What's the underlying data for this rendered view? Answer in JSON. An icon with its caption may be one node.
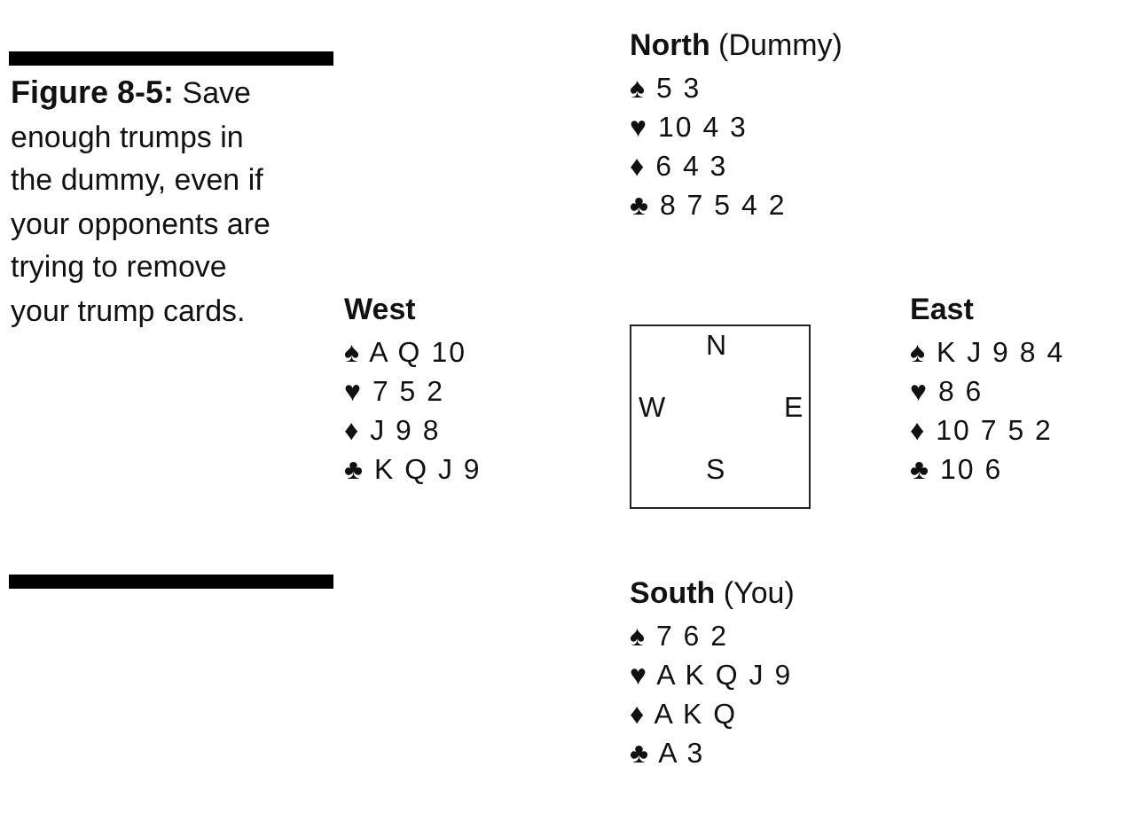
{
  "diagram": {
    "caption": "**Figure 8-5:** Save enough trumps in the dummy, even if your opponents are trying to remove your trump cards.",
    "nodes": [
      {
        "text": [
          "N",
          "W",
          "E",
          "S"
        ]
      }
    ],
    "labels": [
      "**North** (Dummy)",
      "♠ 5 3",
      "♥ 10 4 3",
      "♦ 6 4 3",
      "♣ 8 7 5 4 2",
      "**West**",
      "♠ A Q 10",
      "♥ 7 5 2",
      "♦ J 9 8",
      "♣ K Q J 9",
      "**East**",
      "♠ K J 9 8 4",
      "♥ 8 6",
      "♦ 10 7 5 2",
      "♣ 10 6",
      "**South** (You)",
      "♠ 7 6 2",
      "♥ A K Q J 9",
      "♦ A K Q",
      "♣ A 3"
    ]
  }
}
